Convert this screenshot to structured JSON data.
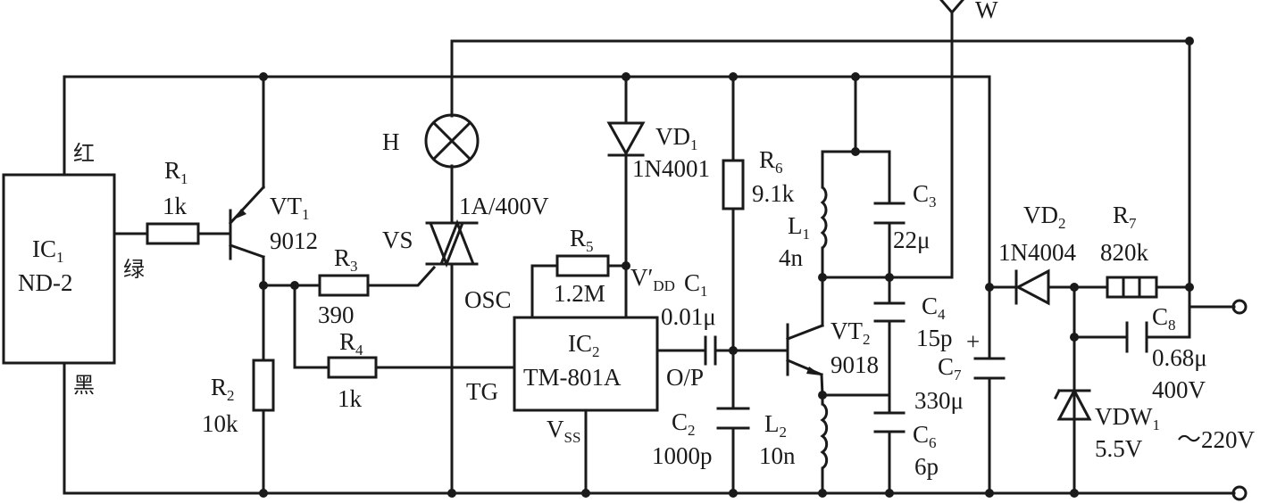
{
  "ic1": {
    "name": "IC",
    "sub": "1",
    "model": "ND-2",
    "red": "红",
    "green": "绿",
    "black": "黑"
  },
  "r1": {
    "name": "R",
    "sub": "1",
    "value": "1k"
  },
  "r2": {
    "name": "R",
    "sub": "2",
    "value": "10k"
  },
  "r3": {
    "name": "R",
    "sub": "3",
    "value": "390"
  },
  "r4": {
    "name": "R",
    "sub": "4",
    "value": "1k"
  },
  "r5": {
    "name": "R",
    "sub": "5",
    "value": "1.2M"
  },
  "r6": {
    "name": "R",
    "sub": "6",
    "value": "9.1k"
  },
  "r7": {
    "name": "R",
    "sub": "7",
    "value": "820k"
  },
  "vt1": {
    "name": "VT",
    "sub": "1",
    "model": "9012"
  },
  "vt2": {
    "name": "VT",
    "sub": "2",
    "model": "9018"
  },
  "lamp": {
    "name": "H"
  },
  "vs": {
    "name": "VS",
    "rating": "1A/400V"
  },
  "vd1": {
    "name": "VD",
    "sub": "1",
    "model": "1N4001"
  },
  "vd2": {
    "name": "VD",
    "sub": "2",
    "model": "1N4004"
  },
  "vdw1": {
    "name": "VDW",
    "sub": "1",
    "value": "5.5V"
  },
  "ic2": {
    "name": "IC",
    "sub": "2",
    "model": "TM-801A",
    "osc": "OSC",
    "tg": "TG",
    "op": "O/P",
    "vss": "V",
    "vss_sub": "SS",
    "vdd": "V′",
    "vdd_sub": "DD"
  },
  "c1": {
    "name": "C",
    "sub": "1",
    "value": "0.01μ"
  },
  "c2": {
    "name": "C",
    "sub": "2",
    "value": "1000p"
  },
  "c3": {
    "name": "C",
    "sub": "3",
    "value": "22μ"
  },
  "c4": {
    "name": "C",
    "sub": "4",
    "value": "15p"
  },
  "c6": {
    "name": "C",
    "sub": "6",
    "value": "6p"
  },
  "c7": {
    "name": "C",
    "sub": "7",
    "value": "330μ",
    "polarity": "+"
  },
  "c8": {
    "name": "C",
    "sub": "8",
    "value": "0.68μ",
    "voltage": "400V"
  },
  "l1": {
    "name": "L",
    "sub": "1",
    "value": "4n"
  },
  "l2": {
    "name": "L",
    "sub": "2",
    "value": "10n"
  },
  "antenna": {
    "name": "W"
  },
  "mains": {
    "label": "～220V"
  }
}
